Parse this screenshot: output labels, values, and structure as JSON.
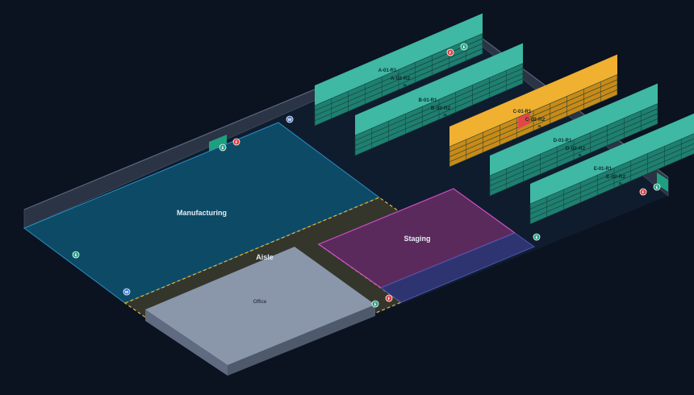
{
  "colors": {
    "background": "#0b1220",
    "floor": "#0f1c2e",
    "wall_top": "#3a4658",
    "wall_side": "#2a3444",
    "manufacturing": "#0d4a66",
    "manufacturing_edge": "#2a8ec0",
    "aisle": "#34362c",
    "aisle_edge": "#e8b73a",
    "staging": "#5a2a5c",
    "staging_edge": "#d04fc8",
    "staging_strip": "#2e3470",
    "office_top": "#8a96aa",
    "office_side": "#5e6b80",
    "rack_top": "#3fb8a4",
    "rack_side": "#1f7f70",
    "rack_highlight": "#f0b030",
    "rack_highlight_side": "#c88a18",
    "rack_alert": "#e04848",
    "door": "#1ea080",
    "marker_exit": "#1ea080",
    "marker_fire": "#e03a3a",
    "marker_water": "#2f6fd6"
  },
  "zones": {
    "manufacturing": "Manufacturing",
    "staging": "Staging",
    "aisle": "Aisle",
    "office": "Office"
  },
  "racks": [
    {
      "label_r1": "A-01-R1",
      "label_r2": "A-02-R2",
      "label_lvl": "3L",
      "highlight": false
    },
    {
      "label_r1": "B-01-R1",
      "label_r2": "B-02-R2",
      "label_lvl": "3L",
      "highlight": false
    },
    {
      "label_r1": "C-01-R1",
      "label_r2": "C-02-R2",
      "label_lvl": "3L",
      "highlight": true
    },
    {
      "label_r1": "D-01-R1",
      "label_r2": "D-02-R2",
      "label_lvl": "3L",
      "highlight": false
    },
    {
      "label_r1": "E-01-R1",
      "label_r2": "E-02-R2",
      "label_lvl": "3L",
      "highlight": false
    }
  ],
  "markers": [
    {
      "type": "exit",
      "text": "E"
    },
    {
      "type": "fire",
      "text": "F"
    },
    {
      "type": "exit",
      "text": "E"
    },
    {
      "type": "fire",
      "text": "F"
    },
    {
      "type": "water",
      "text": "W"
    },
    {
      "type": "exit",
      "text": "E"
    },
    {
      "type": "water",
      "text": "W"
    },
    {
      "type": "exit",
      "text": "E"
    },
    {
      "type": "fire",
      "text": "F"
    },
    {
      "type": "exit",
      "text": "E"
    },
    {
      "type": "exit",
      "text": "E"
    },
    {
      "type": "fire",
      "text": "F"
    }
  ]
}
